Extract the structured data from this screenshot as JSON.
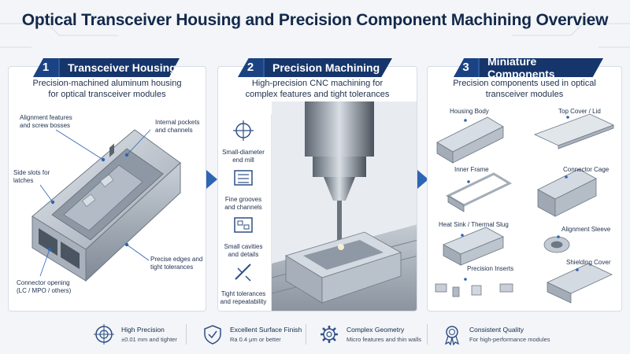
{
  "title": "Optical Transceiver Housing and Precision Component Machining Overview",
  "sections": [
    {
      "number": "1",
      "heading": "Transceiver Housing",
      "subtitle_lines": [
        "Precision-machined aluminum housing",
        "for optical transceiver modules"
      ],
      "callouts": {
        "alignment": [
          "Alignment features",
          "and screw bosses"
        ],
        "internal": [
          "Internal pockets",
          "and channels"
        ],
        "side_slots": [
          "Side slots for",
          "latches"
        ],
        "precise_edges": [
          "Precise edges and",
          "tight tolerances"
        ],
        "connector": [
          "Connector opening",
          "(LC / MPO / others)"
        ]
      }
    },
    {
      "number": "2",
      "heading": "Precision Machining",
      "subtitle_lines": [
        "High-precision CNC machining for",
        "complex features and tight tolerances"
      ],
      "steps": [
        [
          "Small-diameter",
          "end mill"
        ],
        [
          "Fine grooves",
          "and channels"
        ],
        [
          "Small cavities",
          "and details"
        ],
        [
          "Tight tolerances",
          "and repeatability"
        ]
      ]
    },
    {
      "number": "3",
      "heading": "Miniature Components",
      "subtitle_lines": [
        "Precision components used in optical",
        "transceiver modules"
      ],
      "components": {
        "housing_body": "Housing Body",
        "top_cover": "Top Cover / Lid",
        "inner_frame": "Inner Frame",
        "connector_cage": "Connector Cage",
        "heat_sink": "Heat Sink / Thermal Slug",
        "alignment_sleeve": "Alignment Sleeve",
        "precision_inserts": "Precision Inserts",
        "shielding_cover": "Shielding Cover"
      }
    }
  ],
  "features": [
    {
      "title": "High Precision",
      "subtitle": "±0.01 mm and tighter",
      "icon": "target-icon"
    },
    {
      "title": "Excellent Surface Finish",
      "subtitle": "Ra 0.4 μm or better",
      "icon": "shield-check-icon"
    },
    {
      "title": "Complex Geometry",
      "subtitle": "Micro features and thin walls",
      "icon": "gear-icon"
    },
    {
      "title": "Consistent Quality",
      "subtitle": "For high-performance modules",
      "icon": "award-ribbon-icon"
    }
  ],
  "colors": {
    "navy": "#15356b",
    "accent": "#2e64b4",
    "metal": "#b8c0ca"
  }
}
